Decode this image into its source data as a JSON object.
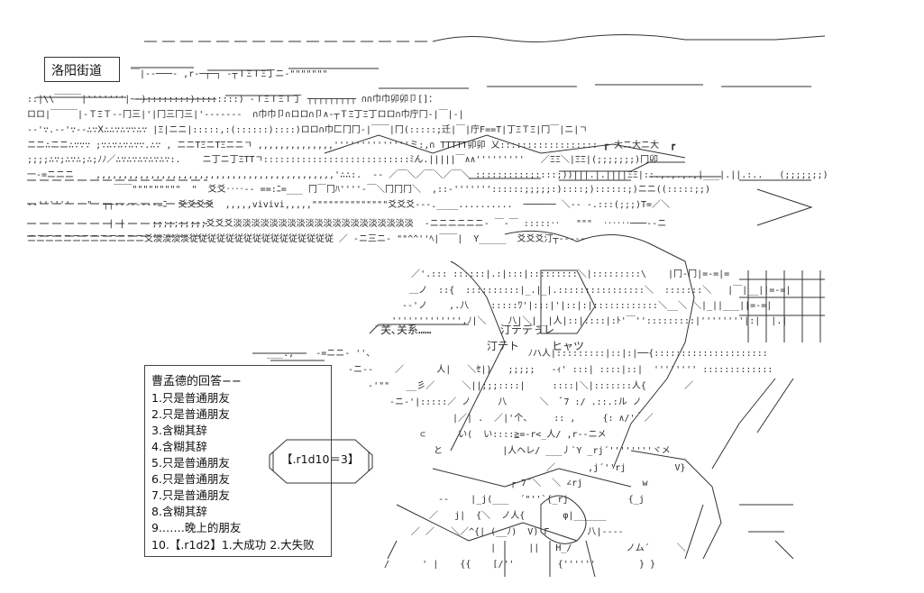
{
  "location_label": "洛阳街道",
  "speech": {
    "line1": "关､关系……",
    "line2": "汀テデぅレ",
    "line3": "汀テト",
    "line4": "ヒャツ"
  },
  "choices": {
    "title": "曹孟德的回答−−",
    "items": [
      "1.只是普通朋友",
      "2.只是普通朋友",
      "3.含糊其辞",
      "4.含糊其辞",
      "5.只是普通朋友",
      "6.只是普通朋友",
      "7.只是普通朋友",
      "8.含糊其辞",
      "9.……晚上的朋友",
      "10.【.r1d2】1.大成功 2.大失败"
    ]
  },
  "roll_result": "【.r1d10＝3】"
}
